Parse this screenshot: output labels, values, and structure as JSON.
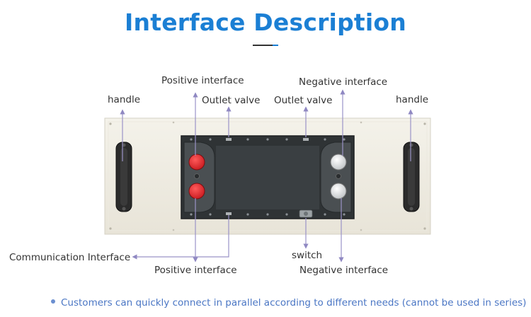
{
  "title": "Interface Description",
  "labels": {
    "positive_top": "Positive interface",
    "negative_top": "Negative interface",
    "handle_left": "handle",
    "outlet_left": "Outlet valve",
    "outlet_right": "Outlet valve",
    "handle_right": "handle",
    "communication": "Communication Interface",
    "switch": "switch",
    "positive_bottom": "Positive interface",
    "negative_bottom": "Negative interface"
  },
  "footer": "Customers can quickly connect in parallel according to different needs (cannot be used in series)",
  "colors": {
    "title": "#1b7fd4",
    "leader_line": "#9a93c8",
    "positive_terminal": "#e3262e",
    "footer_text": "#4a76c4"
  }
}
